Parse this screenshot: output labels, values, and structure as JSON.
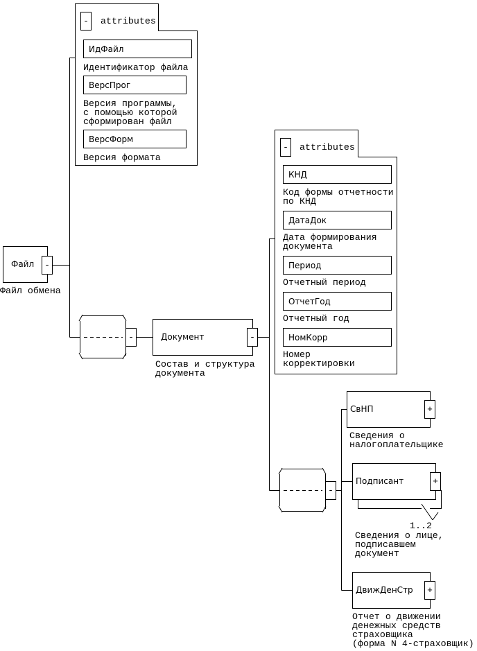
{
  "root": {
    "name": "Файл",
    "description": "Файл обмена",
    "toggle": "-"
  },
  "root_attributes": {
    "header": "attributes",
    "toggle": "-",
    "items": [
      {
        "name": "ИдФайл",
        "description": "Идентификатор файла"
      },
      {
        "name": "ВерсПрог",
        "description": "Версия программы,\nс помощью которой\nсформирован файл"
      },
      {
        "name": "ВерсФорм",
        "description": "Версия формата"
      }
    ]
  },
  "sequence_1": {
    "toggle": "-"
  },
  "document": {
    "name": "Документ",
    "description": "Состав и структура\nдокумента",
    "toggle": "-"
  },
  "document_attributes": {
    "header": "attributes",
    "toggle": "-",
    "items": [
      {
        "name": "КНД",
        "description": "Код формы отчетности\nпо КНД"
      },
      {
        "name": "ДатаДок",
        "description": "Дата формирования\nдокумента"
      },
      {
        "name": "Период",
        "description": "Отчетный период"
      },
      {
        "name": "ОтчетГод",
        "description": "Отчетный год"
      },
      {
        "name": "НомКорр",
        "description": "Номер\nкорректировки"
      }
    ]
  },
  "sequence_2": {
    "toggle": "-"
  },
  "children": [
    {
      "name": "СвНП",
      "description": "Сведения о\nналогоплательщике",
      "toggle": "+"
    },
    {
      "name": "Подписант",
      "description": "Сведения о лице,\nподписавшем\nдокумент",
      "toggle": "+",
      "multiplicity": "1..2"
    },
    {
      "name": "ДвижДенСтр",
      "description": "Отчет о движении\nденежных средств\nстраховщика\n(форма N 4-страховщик)",
      "toggle": "+"
    }
  ]
}
